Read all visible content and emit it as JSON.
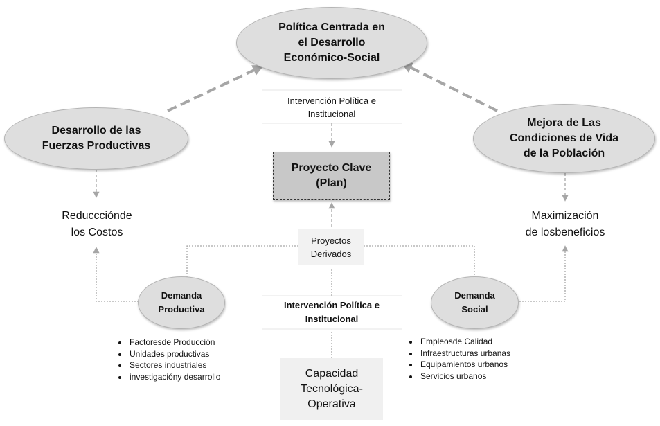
{
  "nodes": {
    "top": "Política Centrada en\nel Desarrollo\nEconómico-Social",
    "left": "Desarrollo de las\nFuerzas Productivas",
    "right": "Mejora de Las\nCondiciones de Vida\nde la Población",
    "key": "Proyecto Clave\n(Plan)",
    "derived": "Proyectos\nDerivados",
    "demand_productive": "Demanda\nProductiva",
    "demand_social": "Demanda\nSocial",
    "capacity": "Capacidad\nTecnológica-\nOperativa"
  },
  "labels": {
    "intervention_top": "Intervención Política e\nInstitucional",
    "intervention_bottom": "Intervención Política e\nInstitucional",
    "cost_reduction": "Reduccciónde\nlos Costos",
    "benefit_max": "Maximización\nde losbeneficios"
  },
  "productive_items": [
    "Factoresde Producción",
    "Unidades productivas",
    "Sectores industriales",
    "investigacióny desarrollo"
  ],
  "social_items": [
    "Empleosde Calidad",
    "Infraestructuras urbanas",
    "Equipamientos urbanos",
    "Servicios urbanos"
  ]
}
